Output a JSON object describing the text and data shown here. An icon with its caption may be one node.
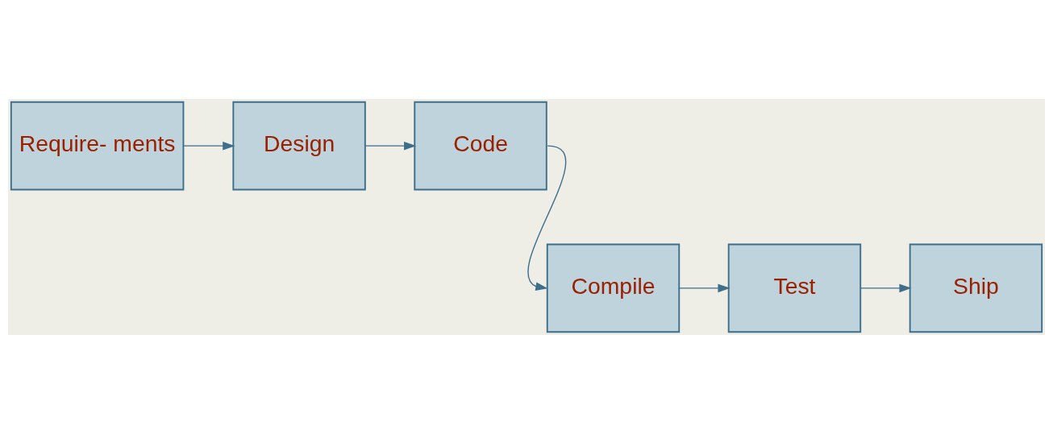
{
  "diagram": {
    "nodes": [
      {
        "text": [
          "Require- ments"
        ]
      },
      {
        "text": [
          "Design"
        ]
      },
      {
        "text": [
          "Code"
        ]
      },
      {
        "text": [
          "Compile"
        ]
      },
      {
        "text": [
          "Test"
        ]
      },
      {
        "text": [
          "Ship"
        ]
      }
    ],
    "edges": [
      {
        "from": 0,
        "to": 1,
        "arrow": "to"
      },
      {
        "from": 1,
        "to": 2,
        "arrow": "to"
      },
      {
        "from": 2,
        "to": 3,
        "arrow": "to"
      },
      {
        "from": 3,
        "to": 4,
        "arrow": "to"
      },
      {
        "from": 4,
        "to": 5,
        "arrow": "to"
      }
    ]
  }
}
